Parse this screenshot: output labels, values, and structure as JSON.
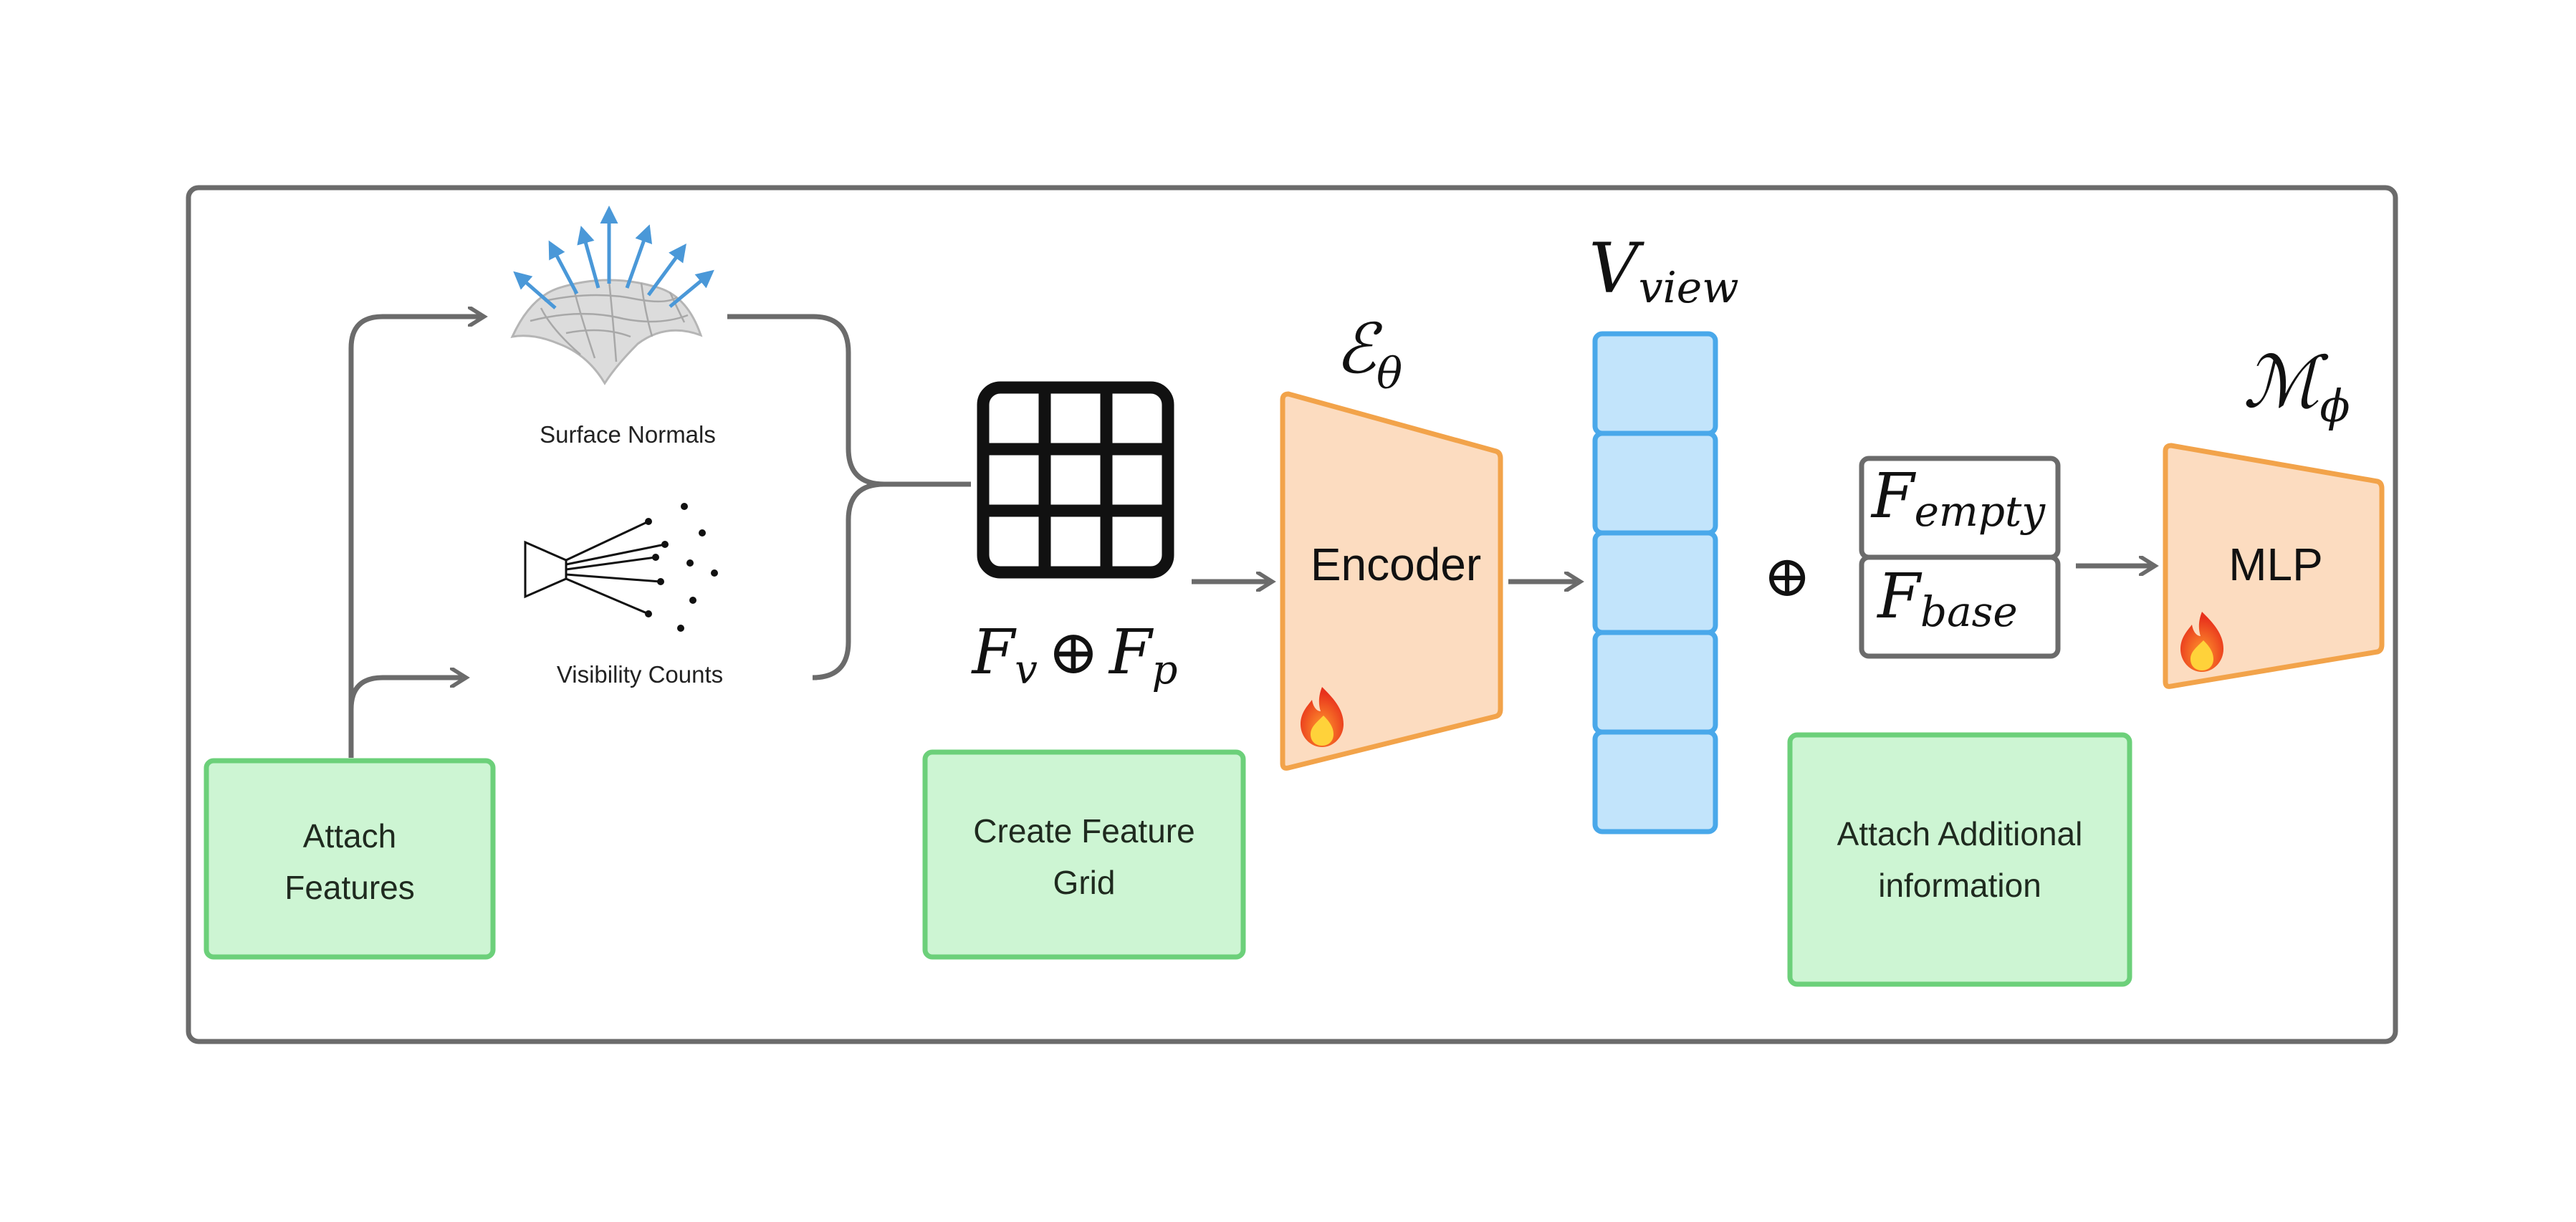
{
  "surface_normals_label": "Surface Normals",
  "visibility_counts_label": "Visibility Counts",
  "attach_features": {
    "line1": "Attach",
    "line2": "Features"
  },
  "create_grid": {
    "line1": "Create Feature",
    "line2": "Grid"
  },
  "attach_info": {
    "line1": "Attach Additional",
    "line2": "information"
  },
  "feature_concat": {
    "a": "F",
    "a_sub": "v",
    "op": "⊕",
    "b": "F",
    "b_sub": "p"
  },
  "encoder": {
    "label": "Encoder",
    "symbol": "ℰ",
    "symbol_sub": "θ"
  },
  "view_vector": {
    "symbol": "V",
    "symbol_sub": "view",
    "cells": 5
  },
  "concat_symbol": "⊕",
  "f_empty": {
    "symbol": "F",
    "sub": "empty"
  },
  "f_base": {
    "symbol": "F",
    "sub": "base"
  },
  "mlp": {
    "label": "MLP",
    "symbol": "ℳ",
    "symbol_sub": "ϕ"
  },
  "icons": {
    "trainable": "flame-icon",
    "grid": "grid-icon",
    "normals": "surface-normals-icon",
    "visibility": "camera-rays-icon"
  },
  "colors": {
    "frame": "#6b6b6b",
    "green_fill": "#cdf5d3",
    "green_stroke": "#6cd07a",
    "orange_fill": "#fcdcc0",
    "orange_stroke": "#f2a34a",
    "blue_fill": "#c2e4fb",
    "blue_stroke": "#49a8ea",
    "arrow": "#6b6b6b",
    "normal_arrow": "#4a98d8"
  }
}
